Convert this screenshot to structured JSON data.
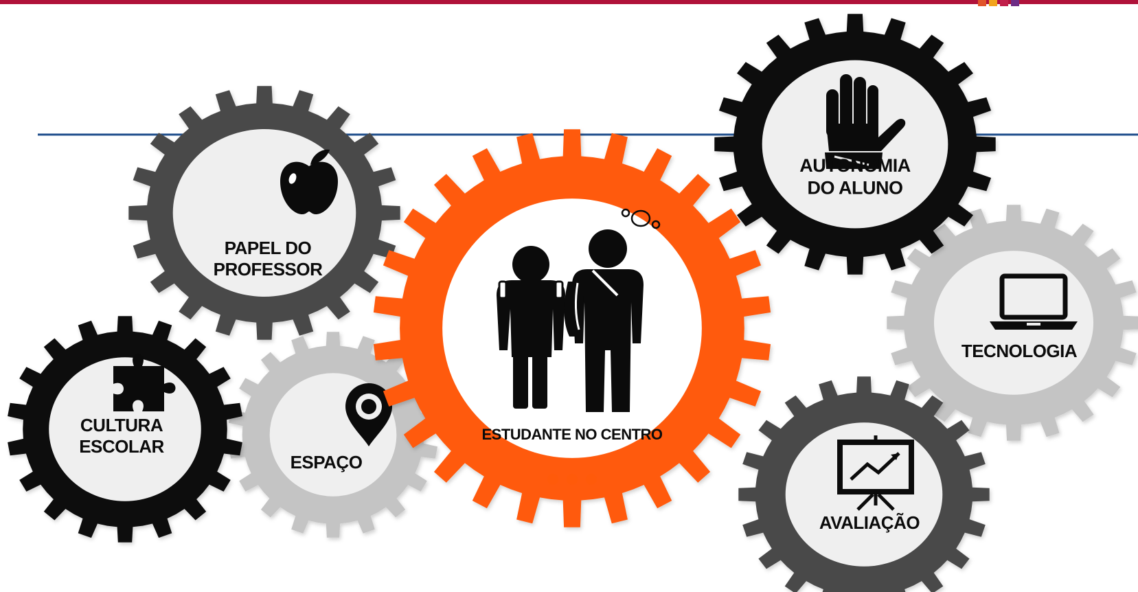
{
  "diagram": {
    "colors": {
      "top_rule": "#b0123a",
      "mid_rule": "#1f4e8c",
      "orange": "#ff5a0a",
      "black": "#111111",
      "dark_gray": "#4a4a4a",
      "light_gray": "#c4c4c4",
      "disc": "#efefef"
    },
    "gears": [
      {
        "id": "estudante",
        "lines": [
          "ESTUDANTE NO CENTRO"
        ],
        "icon": "students-icon",
        "ring": "orange"
      },
      {
        "id": "papel",
        "lines": [
          "PAPEL DO",
          "PROFESSOR"
        ],
        "icon": "apple-icon",
        "ring": "dark_gray"
      },
      {
        "id": "cultura",
        "lines": [
          "CULTURA",
          "ESCOLAR"
        ],
        "icon": "puzzle-icon",
        "ring": "black"
      },
      {
        "id": "espaco",
        "lines": [
          "ESPAÇO"
        ],
        "icon": "location-pin-icon",
        "ring": "light_gray"
      },
      {
        "id": "autonomia",
        "lines": [
          "AUTONOMIA",
          "DO ALUNO"
        ],
        "icon": "raised-hand-icon",
        "ring": "black"
      },
      {
        "id": "tecnologia",
        "lines": [
          "TECNOLOGIA"
        ],
        "icon": "laptop-icon",
        "ring": "light_gray"
      },
      {
        "id": "avaliacao",
        "lines": [
          "AVALIAÇÃO"
        ],
        "icon": "presentation-chart-icon",
        "ring": "dark_gray"
      }
    ]
  }
}
